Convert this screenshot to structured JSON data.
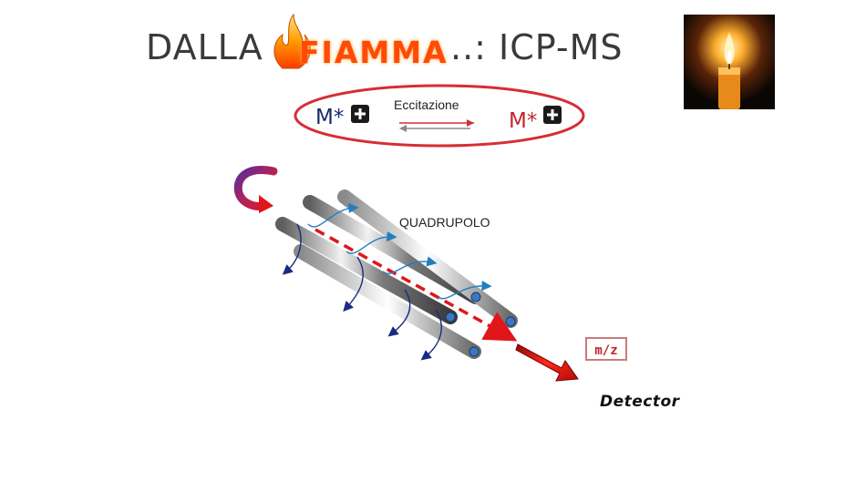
{
  "title": {
    "prefix": "DALLA",
    "flame_word": "FIAMMA",
    "suffix": "..: ICP-MS"
  },
  "reaction": {
    "left_species": "M*",
    "right_species": "M*",
    "arrow_label": "Eccitazione",
    "ellipse_color": "#d62d36"
  },
  "diagram": {
    "quadrupole_label": "QUADRUPOLO",
    "mz_label": "m/z",
    "detector_label": "Detector",
    "rod_count": 4,
    "ion_path_color": "#e0161b",
    "trajectory_color": "#1f7fbf",
    "deflected_color": "#1a2a80"
  },
  "icons": [
    "flame-icon",
    "plus-icon",
    "curved-arrow-icon",
    "candle-photo"
  ]
}
